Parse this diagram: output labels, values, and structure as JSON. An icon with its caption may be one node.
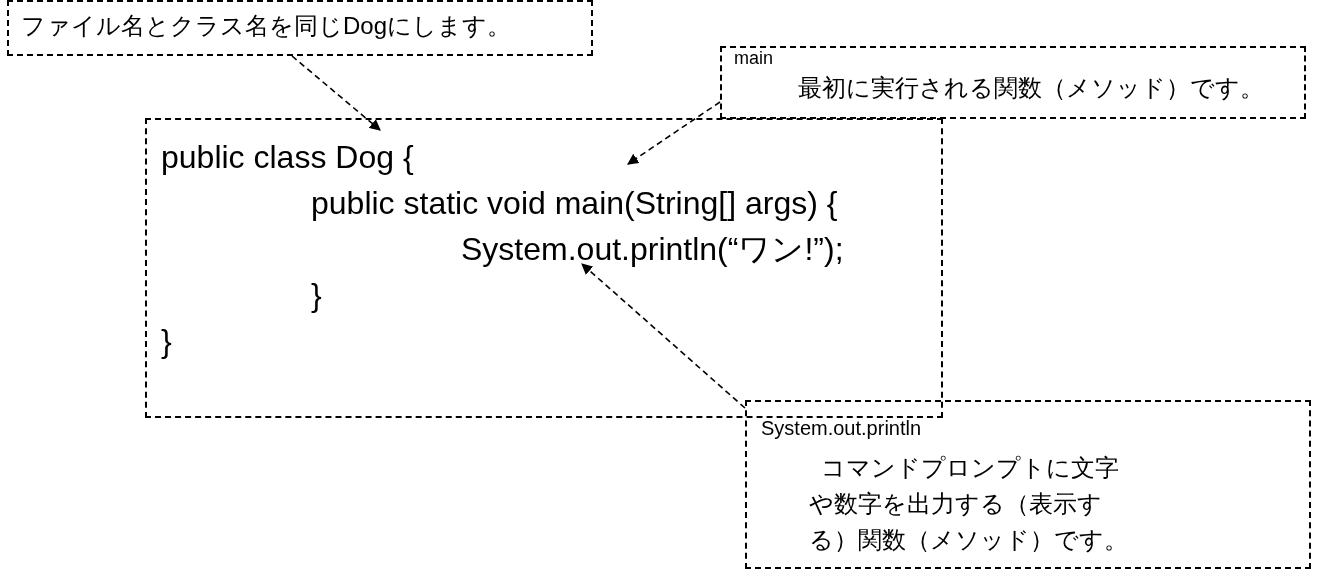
{
  "diagram": {
    "nodes": [
      {
        "text": [
          "ファイル名とクラス名を同じDogにします。"
        ]
      },
      {
        "text": [
          "main",
          "最初に実行される関数（メソッド）です。"
        ]
      },
      {
        "text": [
          "public class Dog {",
          "public static void main(String[] args) {",
          "System.out.println(“ワン!”);",
          "}",
          "}"
        ]
      },
      {
        "text": [
          "System.out.println",
          "コマンドプロンプトに文字や数字を出力する（表示する）関数（メソッド）です。"
        ]
      }
    ],
    "edges": [
      {
        "from": 0,
        "to": 2,
        "arrow": "to",
        "style": "dashed"
      },
      {
        "from": 1,
        "to": 2,
        "arrow": "to",
        "style": "dashed"
      },
      {
        "from": 3,
        "to": 2,
        "arrow": "to",
        "style": "dashed"
      }
    ]
  }
}
